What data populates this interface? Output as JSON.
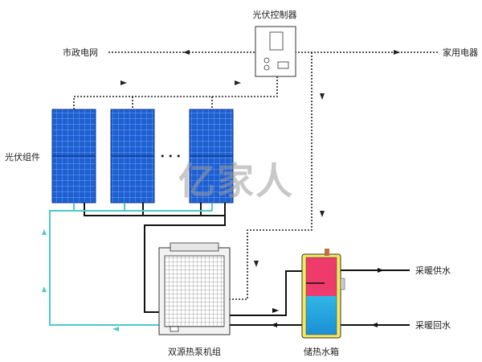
{
  "labels": {
    "pv_controller": "光伏控制器",
    "municipal_grid": "市政电网",
    "household": "家用电器",
    "pv_modules": "光伏组件",
    "heat_pump": "双源热泵机组",
    "storage_tank": "储热水箱",
    "heating_supply": "采暖供水",
    "heating_return": "采暖回水"
  },
  "ellipsis": "• • •",
  "watermark": "亿家人",
  "colors": {
    "panel_blue": "#1e5fd2",
    "panel_grid": "#7fb0ff",
    "water_loop": "#4ec9c9",
    "tank_hot": "#ee3b6c",
    "tank_cold": "#2fb7e6",
    "tank_body": "#f4ea5a"
  }
}
